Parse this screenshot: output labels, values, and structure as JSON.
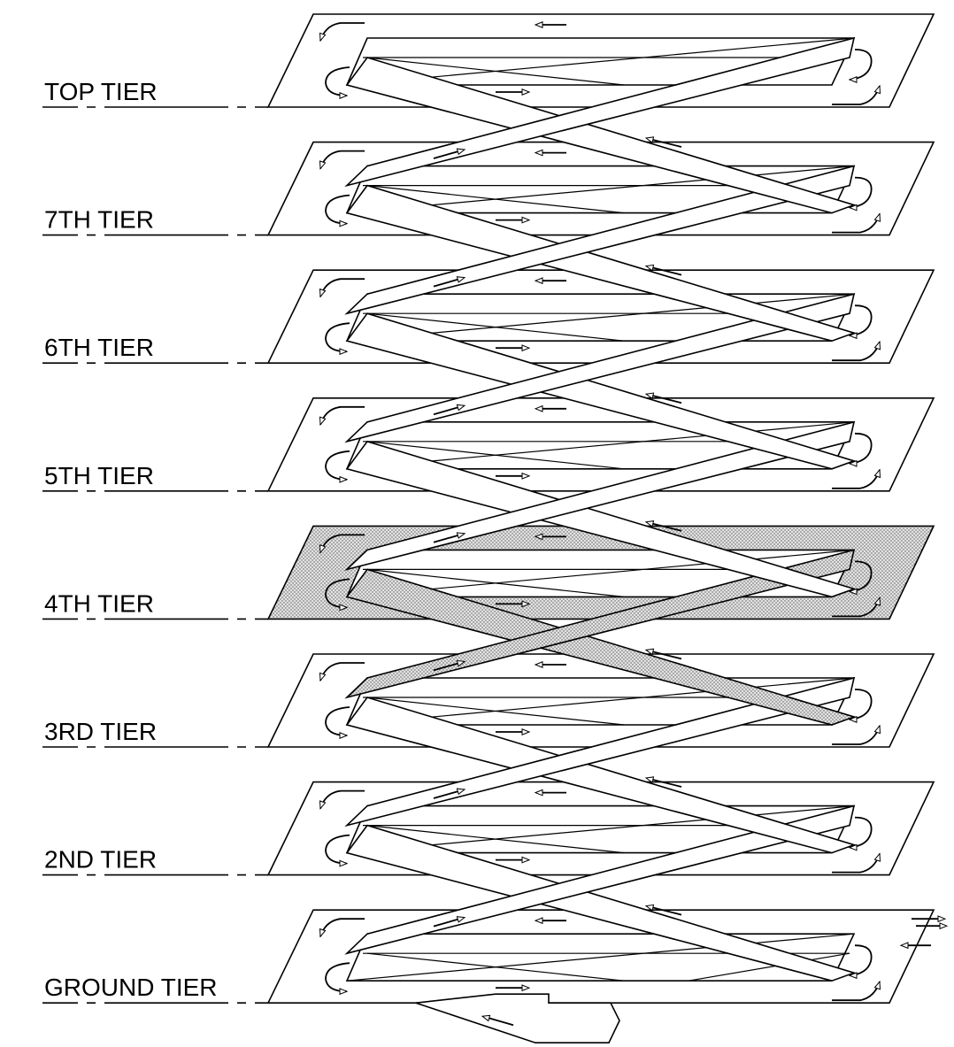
{
  "diagram": {
    "tiers": [
      {
        "label": "TOP TIER",
        "highlight": false
      },
      {
        "label": "7TH TIER",
        "highlight": false
      },
      {
        "label": "6TH TIER",
        "highlight": false
      },
      {
        "label": "5TH TIER",
        "highlight": false
      },
      {
        "label": "4TH TIER",
        "highlight": true
      },
      {
        "label": "3RD TIER",
        "highlight": false
      },
      {
        "label": "2ND TIER",
        "highlight": false
      },
      {
        "label": "GROUND TIER",
        "highlight": false
      }
    ],
    "colors": {
      "line": "#000000",
      "background": "#ffffff",
      "highlight_fill": "stippled-grey"
    }
  }
}
